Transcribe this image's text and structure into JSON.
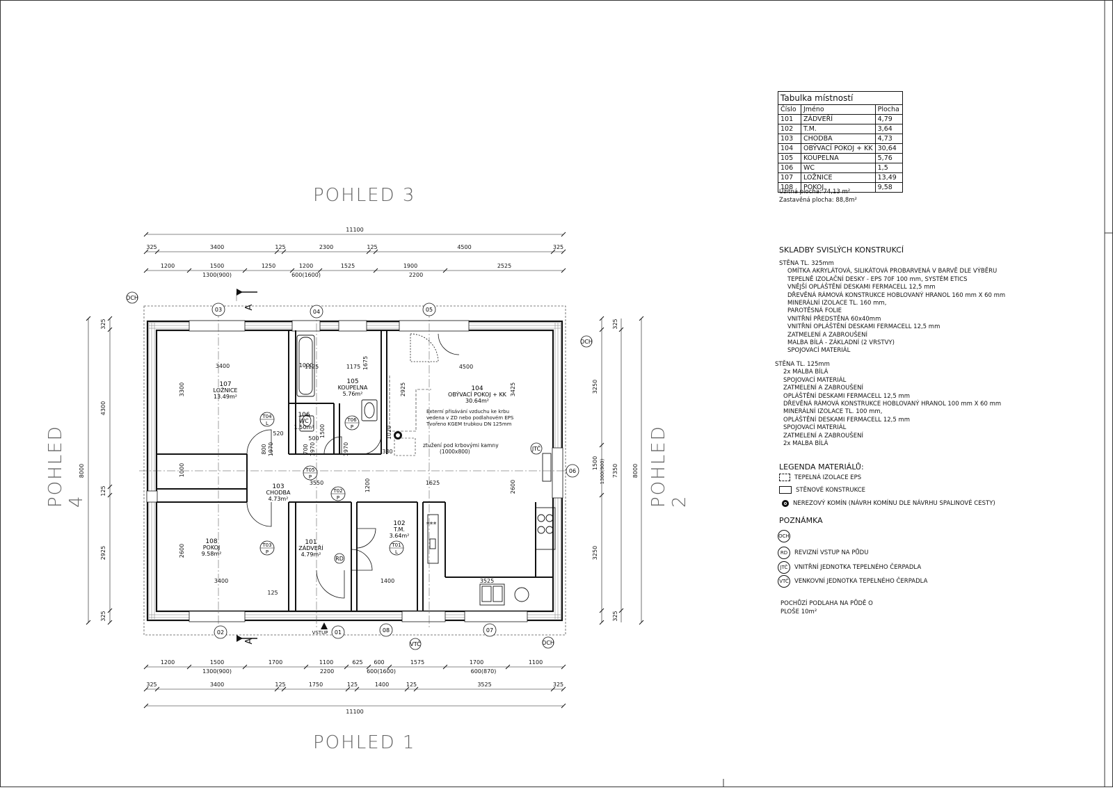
{
  "views": {
    "top": "POHLED 3",
    "bottom": "POHLED 1",
    "left": "POHLED 4",
    "right": "POHLED 2"
  },
  "room_table": {
    "title": "Tabulka místností",
    "headers": [
      "Číslo",
      "Jméno",
      "Plocha"
    ],
    "rows": [
      [
        "101",
        "ZÁDVEŘÍ",
        "4,79"
      ],
      [
        "102",
        "T.M.",
        "3,64"
      ],
      [
        "103",
        "CHODBA",
        "4,73"
      ],
      [
        "104",
        "OBÝVACÍ POKOJ + KK",
        "30,64"
      ],
      [
        "105",
        "KOUPELNA",
        "5,76"
      ],
      [
        "106",
        "WC",
        "1,5"
      ],
      [
        "107",
        "LOŽNICE",
        "13,49"
      ],
      [
        "108",
        "POKOJ",
        "9,58"
      ]
    ],
    "useful_area": "Užitná plocha: 74,13 m²",
    "built_area": "Zastavěná plocha: 88,8m²"
  },
  "compositions": {
    "heading": "SKLADBY SVISLÝCH KONSTRUKCÍ",
    "wall_325": [
      "STĚNA TL. 325mm",
      "OMÍTKA AKRYLÁTOVÁ, SILIKÁTOVÁ PROBARVENÁ V BARVĚ DLE VÝBĚRU",
      "TEPELNĚ IZOLAČNÍ DESKY - EPS 70F 100 mm, SYSTÉM ETICS",
      "VNĚJŠÍ OPLÁŠTĚNÍ DESKAMI FERMACELL 12,5 mm",
      "DŘEVĚNÁ RÁMOVÁ KONSTRUKCE HOBLOVANÝ HRANOL 160 mm X 60 mm",
      "MINERÁLNÍ IZOLACE TL. 160 mm,",
      "PAROTĚSNÁ FOLIE",
      "VNITŘNÍ PŘEDSTĚNA 60x40mm",
      "VNITŘNÍ OPLÁŠTĚNÍ DESKAMI FERMACELL 12,5 mm",
      "ZATMELENÍ A ZABROUŠENÍ",
      "MALBA BÍLÁ - ZÁKLADNÍ (2 VRSTVY)",
      "SPOJOVACÍ MATERIÁL"
    ],
    "wall_125": [
      "STĚNA TL. 125mm",
      "2x MALBA BÍLÁ",
      "SPOJOVACÍ MATERIÁL",
      "ZATMELENÍ A ZABROUŠENÍ",
      "OPLÁŠTĚNÍ DESKAMI FERMACELL 12,5 mm",
      "DŘEVĚNÁ RÁMOVÁ KONSTRUKCE HOBLOVANÝ HRANOL 100 mm X 60 mm",
      "MINERÁLNÍ IZOLACE TL. 100 mm,",
      "OPLÁŠTĚNÍ DESKAMI FERMACELL 12,5 mm",
      "SPOJOVACÍ MATERIÁL",
      "ZATMELENÍ A ZABROUŠENÍ",
      "2x MALBA BÍLÁ"
    ]
  },
  "legend": {
    "heading": "LEGENDA MATERIÁLŮ:",
    "eps": "TEPELNÁ IZOLACE EPS",
    "walls": "STĚNOVÉ KONSTRUKCE",
    "chimney": "NEREZOVÝ KOMÍN (NÁVRH KOMÍNU DLE NÁVRHU SPALINOVÉ CESTY)"
  },
  "note": {
    "heading": "POZNÁMKA",
    "och": "OCH",
    "rd": "RD",
    "rd_text": "REVIZNÍ VSTUP NA PŮDU",
    "jtc": "JTČ",
    "jtc_text": "VNITŘNÍ JEDNOTKA TEPELNÉHO ČERPADLA",
    "vtc": "VTČ",
    "vtc_text": "VENKOVNÍ JEDNOTKA TEPELNÉHO ČERPADLA",
    "floor_1": "POCHŮZÍ PODLAHA NA PŮDĚ O",
    "floor_2": "PLOŠE 10m²"
  },
  "rooms": [
    {
      "num": "107",
      "name": "LOŽNICE",
      "area": "13.49m²"
    },
    {
      "num": "105",
      "name": "KOUPELNA",
      "area": "5.76m²"
    },
    {
      "num": "104",
      "name": "OBÝVACÍ POKOJ + KK",
      "area": "30.64m²"
    },
    {
      "num": "106",
      "name": "WC",
      "area": "1.50m²"
    },
    {
      "num": "103",
      "name": "CHODBA",
      "area": "4.73m²"
    },
    {
      "num": "108",
      "name": "POKOJ",
      "area": "9.58m²"
    },
    {
      "num": "101",
      "name": "ZÁDVEŘÍ",
      "area": "4.79m²"
    },
    {
      "num": "102",
      "name": "T.M.",
      "area": "3.64m²"
    }
  ],
  "grid": [
    "01",
    "02",
    "03",
    "04",
    "05",
    "06",
    "07",
    "08"
  ],
  "doors": [
    "T04",
    "T06",
    "T05",
    "T03",
    "T02",
    "T01"
  ],
  "annotations": {
    "air": [
      "Externí přisávání vzduchu ke krbu",
      "vedena v ZD nebo podlahovém EPS",
      "Tvořeno KGEM trubkou DN 125mm"
    ],
    "hearth": [
      "ztužení pod krbovými kamny",
      "(1000x800)"
    ],
    "section": "A",
    "entry": "VSTUP",
    "stove": "***"
  },
  "dims": {
    "top_total": "11100",
    "top_row2": [
      "325",
      "3400",
      "125",
      "2300",
      "125",
      "4500",
      "325"
    ],
    "top_row3": [
      "1200",
      "1500",
      "1250",
      "1200",
      "1525",
      "1900",
      "2525"
    ],
    "top_win": [
      "1300(900)",
      "600(1600)",
      "2200"
    ],
    "bot_total": "11100",
    "bot_row1": [
      "1200",
      "1500",
      "1700",
      "1100",
      "625",
      "600",
      "1575",
      "1700",
      "1100"
    ],
    "bot_win": [
      "1300(900)",
      "2200",
      "600(1600)",
      "600(870)"
    ],
    "bot_row2": [
      "325",
      "3400",
      "125",
      "1750",
      "125",
      "1400",
      "125",
      "3525",
      "325"
    ],
    "left": [
      "325",
      "4300",
      "125",
      "2925",
      "325",
      "8000",
      "3300",
      "1000",
      "2600"
    ],
    "right": [
      "325",
      "3250",
      "1500",
      "1300(900)",
      "3250",
      "325",
      "7350",
      "8000"
    ],
    "inner": [
      "3400",
      "1125",
      "1175",
      "4500",
      "3400",
      "1400",
      "3525",
      "3550",
      "1625",
      "2925",
      "3425",
      "1200",
      "2600",
      "520",
      "800",
      "1970",
      "700",
      "1970",
      "1000",
      "1970",
      "500",
      "1500",
      "330",
      "1675",
      "125",
      "1020"
    ]
  }
}
